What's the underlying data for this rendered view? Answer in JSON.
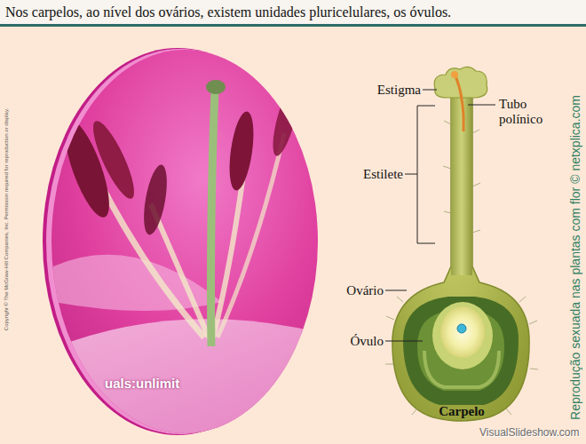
{
  "diagram": {
    "title": "Nos carpelos, ao nível dos ovários, existem unidades pluricelulares, os óvulos.",
    "labels": [
      "Estigma",
      "Tubo polínico",
      "Estilete",
      "Ovário",
      "Óvulo",
      "Carpelo",
      "Reprodução sexuada nas plantas com flor © netxplica.com",
      "Copyright © The McGraw-Hill Companies, Inc. Permission required for reproduction or display.",
      "uals:unlimit",
      "VisualSlideshow.com"
    ]
  }
}
